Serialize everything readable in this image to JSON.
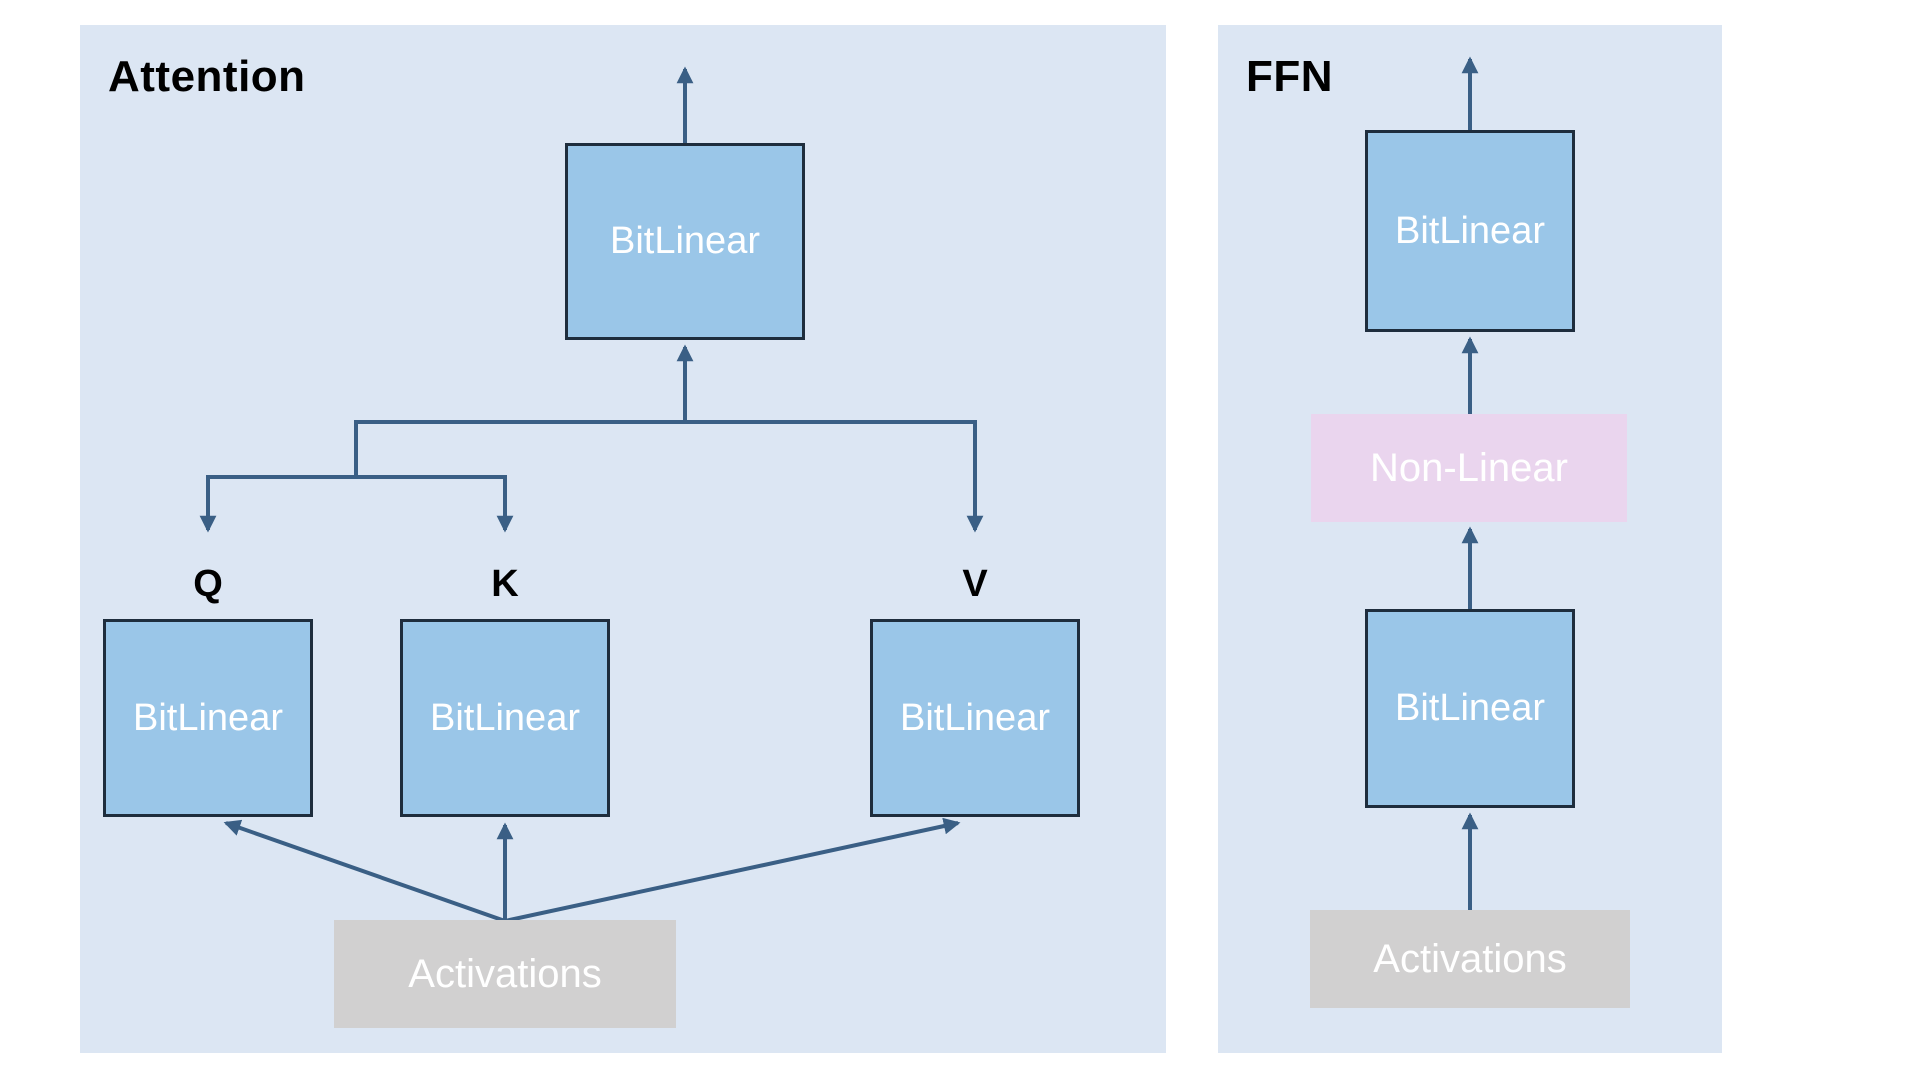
{
  "attention": {
    "title": "Attention",
    "output_block_label": "BitLinear",
    "q_label": "Q",
    "k_label": "K",
    "v_label": "V",
    "q_block_label": "BitLinear",
    "k_block_label": "BitLinear",
    "v_block_label": "BitLinear",
    "activations_label": "Activations"
  },
  "ffn": {
    "title": "FFN",
    "output_block_label": "BitLinear",
    "nonlinear_block_label": "Non-Linear",
    "input_block_label": "BitLinear",
    "activations_label": "Activations"
  },
  "colors": {
    "page_bg": "#ffffff",
    "panel_bg": "#dce6f3",
    "block_fill": "#9ac6e8",
    "block_border": "#1e2d3d",
    "arrow": "#3a5f85",
    "activations_fill": "#d1d0d0",
    "nonlinear_fill": "#ead5ee",
    "block_text": "#ffffff",
    "title_text": "#000000"
  }
}
